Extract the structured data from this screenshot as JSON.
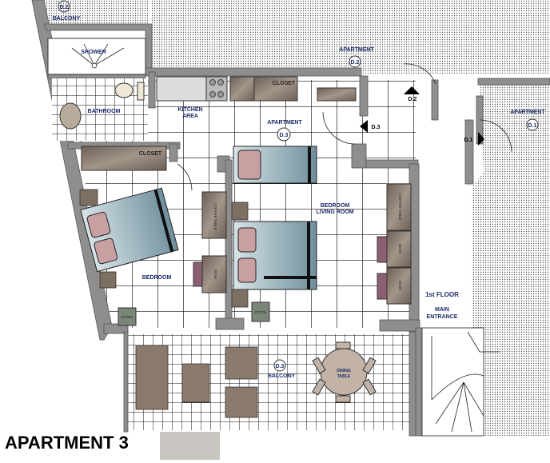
{
  "title": "APARTMENT 3",
  "rooms": {
    "balcony_top": {
      "tag": "D.2",
      "label": "BALCONY"
    },
    "shower": "SHOWER",
    "bathroom": "BATHROOM",
    "kitchen": [
      "KITCHEN",
      "AREA"
    ],
    "closet_kitchen": "CLOSET",
    "closet_bedroom": "CLOSET",
    "apartment_d2": {
      "label": "APARTMENT",
      "tag": "D.2"
    },
    "apartment_d3": {
      "label": "APARTMENT",
      "tag": "D.3"
    },
    "apartment_d1": {
      "label": "APARTMENT",
      "tag": "D.1"
    },
    "bedroom_living": [
      "BEDROOM",
      "LIVING ROOM"
    ],
    "bedroom": "BEDROOM",
    "balcony": {
      "tag": "D.3",
      "label": "BALCONY"
    },
    "floor": "1st  FLOOR",
    "entrance": [
      "MAIN",
      "ENTRANCE"
    ]
  },
  "doors": {
    "d1": "D.1",
    "d2": "D.2",
    "d3": "D.3"
  },
  "furniture": {
    "coffee_table": "COFFEE TABLE",
    "desk": "DESK",
    "stool": "STOOL",
    "dining_table": [
      "DINING",
      "TABLE"
    ]
  },
  "colors": {
    "wall": "#8e8e8e",
    "furniture": "#7e6f63",
    "bed": "#8fa9b2",
    "label": "#1a2a6a"
  }
}
